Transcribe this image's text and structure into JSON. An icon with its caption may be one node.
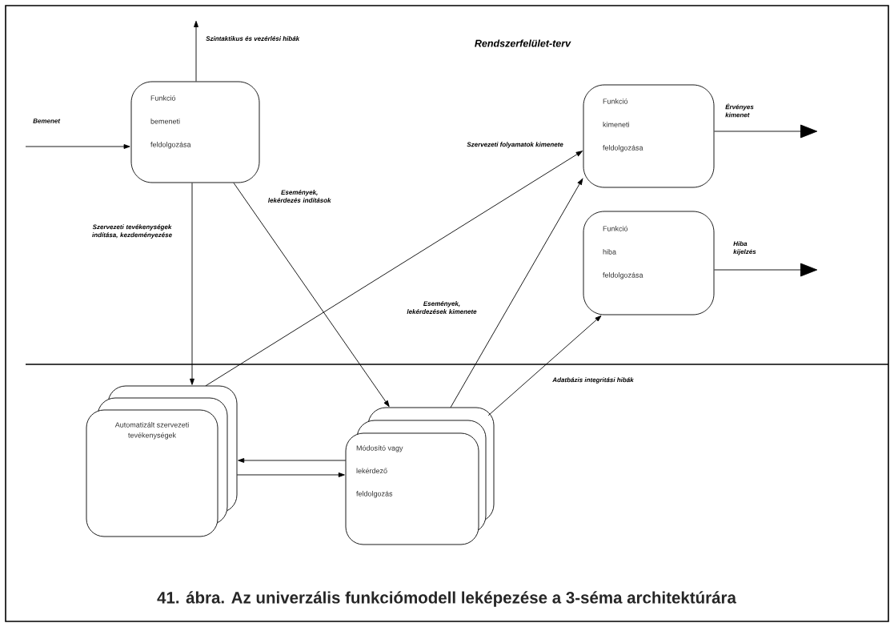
{
  "diagram": {
    "title": "Rendszerfelület-terv",
    "caption": "41. ábra. Az univerzális funkciómodell leképezése a 3-séma architektúrára",
    "nodes": [
      {
        "text": [
          "Funkció bemeneti feldolgozása"
        ]
      },
      {
        "text": [
          "Funkció kimeneti feldolgozása"
        ]
      },
      {
        "text": [
          "Funkció hiba feldolgozása"
        ]
      },
      {
        "text": [
          "Automatizált szervezeti tevékenységek"
        ]
      },
      {
        "text": [
          "Módosító vagy lekérdező feldolgozás"
        ]
      }
    ],
    "edges": [
      {
        "from": null,
        "to": 0,
        "arrow": "to",
        "label": "Bemenet"
      },
      {
        "from": 0,
        "to": null,
        "arrow": "to",
        "label": "Szintaktikus és vezérlési hibák"
      },
      {
        "from": 0,
        "to": 3,
        "arrow": "to",
        "label": "Szervezeti tevékenységek indítása, kezdeményezése"
      },
      {
        "from": 0,
        "to": 4,
        "arrow": "to",
        "label": "Események, lekérdezés indítások"
      },
      {
        "from": 3,
        "to": 1,
        "arrow": "to",
        "label": "Szervezeti folyamatok kimenete"
      },
      {
        "from": 4,
        "to": 1,
        "arrow": "to",
        "label": "Események, lekérdezések kimenete"
      },
      {
        "from": 4,
        "to": 2,
        "arrow": "to",
        "label": "Adatbázis integritási hibák"
      },
      {
        "from": 1,
        "to": null,
        "arrow": "to",
        "label": "Érvényes kimenet"
      },
      {
        "from": 2,
        "to": null,
        "arrow": "to",
        "label": "Hiba kijelzés"
      },
      {
        "from": 4,
        "to": 3,
        "arrow": "to"
      },
      {
        "from": 3,
        "to": 4,
        "arrow": "to"
      }
    ]
  }
}
